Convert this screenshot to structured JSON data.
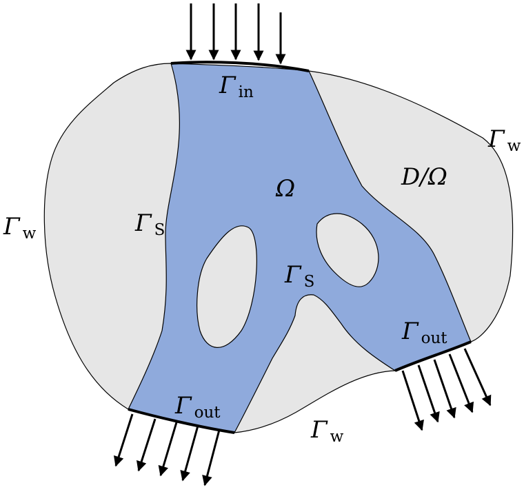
{
  "diagram": {
    "labels": {
      "gamma_in": {
        "main": "Γ",
        "sub": "in"
      },
      "gamma_s_left": {
        "main": "Γ",
        "sub": "S"
      },
      "gamma_s_mid": {
        "main": "Γ",
        "sub": "S"
      },
      "omega": {
        "main": "Ω"
      },
      "d_minus_omega": {
        "main": "D/Ω"
      },
      "gamma_w_left": {
        "main": "Γ",
        "sub": "w"
      },
      "gamma_w_right": {
        "main": "Γ",
        "sub": "w"
      },
      "gamma_w_bottom": {
        "main": "Γ",
        "sub": "w"
      },
      "gamma_out_left": {
        "main": "Γ",
        "sub": "out"
      },
      "gamma_out_right": {
        "main": "Γ",
        "sub": "out"
      }
    },
    "colors": {
      "outer_domain_fill": "#e6e6e6",
      "fluid_region_fill": "#8faadc",
      "outline": "#000000"
    }
  }
}
